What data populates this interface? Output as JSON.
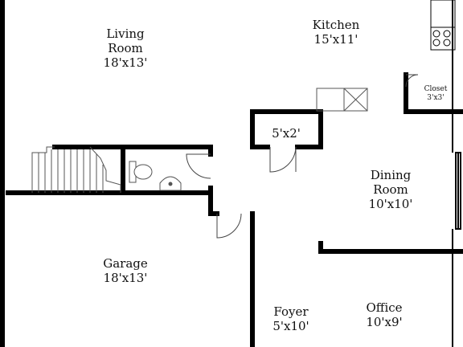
{
  "rooms": {
    "living_room": {
      "name": "Living\nRoom",
      "dims": "18'x13'"
    },
    "kitchen": {
      "name": "Kitchen",
      "dims": "15'x11'"
    },
    "closet": {
      "name": "Closet",
      "dims": "3'x3'"
    },
    "pantry": {
      "dims": "5'x2'"
    },
    "dining_room": {
      "name": "Dining\nRoom",
      "dims": "10'x10'"
    },
    "garage": {
      "name": "Garage",
      "dims": "18'x13'"
    },
    "foyer": {
      "name": "Foyer",
      "dims": "5'x10'"
    },
    "office": {
      "name": "Office",
      "dims": "10'x9'"
    }
  },
  "colors": {
    "wall": "#000000",
    "fixture": "#555555",
    "background": "#ffffff"
  }
}
